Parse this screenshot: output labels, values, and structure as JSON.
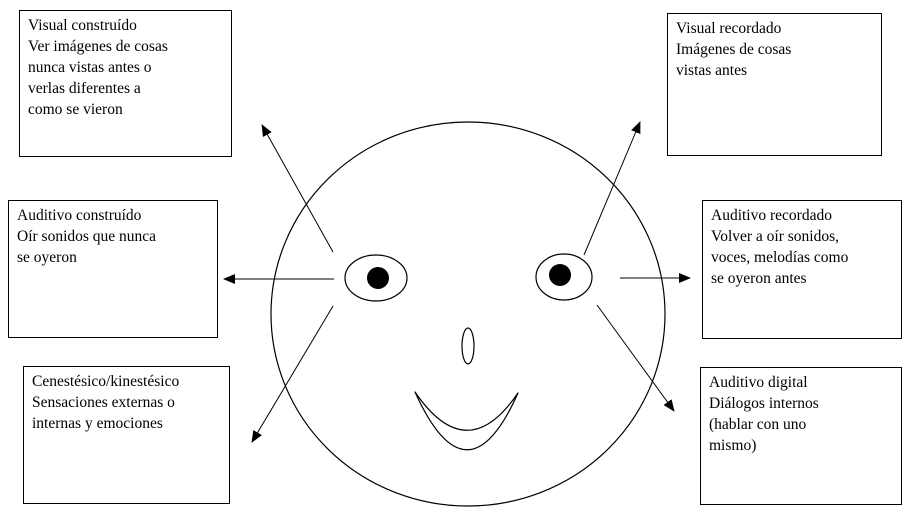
{
  "boxes": {
    "visual_construido": {
      "lines": [
        "Visual construído",
        "Ver imágenes de cosas",
        "nunca vistas antes o",
        "verlas diferentes a",
        "como se vieron"
      ]
    },
    "visual_recordado": {
      "lines": [
        "Visual recordado",
        "Imágenes de cosas",
        "vistas antes"
      ]
    },
    "auditivo_construido": {
      "lines": [
        "Auditivo construído",
        "Oír sonidos que nunca",
        "se oyeron"
      ]
    },
    "auditivo_recordado": {
      "lines": [
        "Auditivo recordado",
        "Volver a oír sonidos,",
        "voces, melodías como",
        "se oyeron antes"
      ]
    },
    "cenestesico": {
      "lines": [
        "Cenestésico/kinestésico",
        "Sensaciones externas o",
        "internas  y emociones"
      ]
    },
    "auditivo_digital": {
      "lines": [
        "Auditivo digital",
        "Diálogos internos",
        "(hablar con uno",
        "mismo)"
      ]
    }
  },
  "colors": {
    "stroke": "#000000",
    "background": "#ffffff"
  }
}
